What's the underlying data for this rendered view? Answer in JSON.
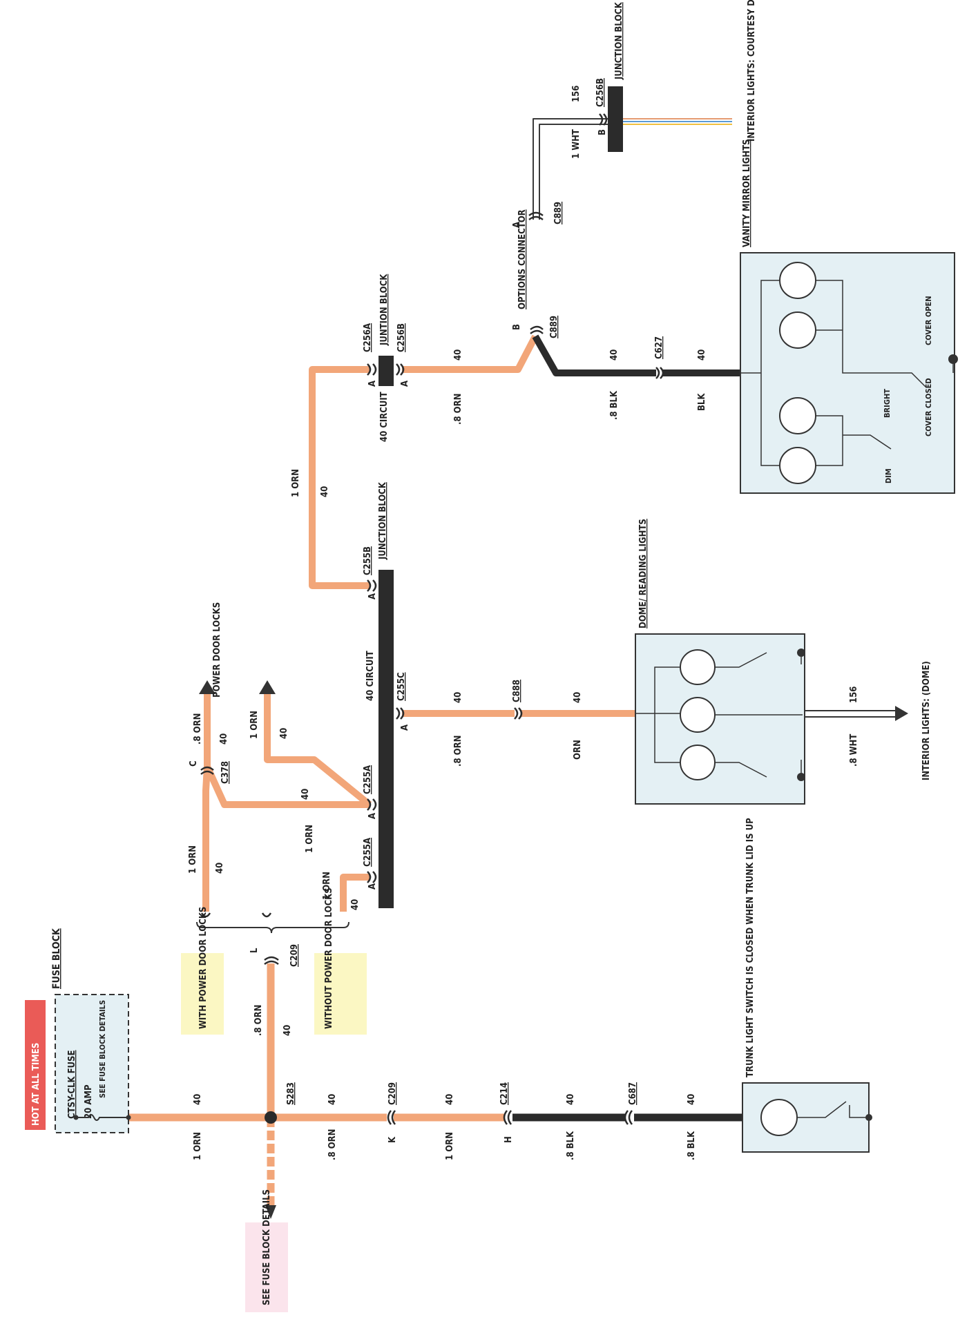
{
  "colors": {
    "orange": "#f2a679",
    "black": "#2b2b2b",
    "component_fill": "#e4f0f4",
    "hot_red": "#ea5b57",
    "note_yellow": "#fbf7c3",
    "note_pink": "#fbe4ec"
  },
  "labels": {
    "hot": "HOT AT ALL TIMES",
    "fuse_block": "FUSE BLOCK",
    "fuse_name": "CTSY-CLK FUSE",
    "fuse_amp": "20 AMP",
    "fuse_details": "SEE FUSE BLOCK DETAILS",
    "see_fuse": "SEE FUSE BLOCK DETAILS",
    "with_pdl": "WITH POWER DOOR LOCKS",
    "without_pdl": "WITHOUT POWER DOOR LOCKS",
    "power_door_locks": "POWER DOOR LOCKS",
    "junction_block": "JUNCTION BLOCK",
    "juntion_block": "JUNTION BLOCK",
    "circuit_40": "40 CIRCUIT",
    "options_connector": "OPTIONS CONNECTOR",
    "dome": "DOME/ READING LIGHTS",
    "vanity": "VANITY MIRROR LIGHTS",
    "trunk": "TRUNK LIGHT SWITCH IS CLOSED WHEN TRUNK LID IS UP",
    "interior_dome": "INTERIOR LIGHTS: (DOME)",
    "interior_courtesy": "INTERIOR LIGHTS: COURTESY DOME",
    "dim": "DIM",
    "bright": "BRIGHT",
    "cover_closed": "COVER CLOSED",
    "cover_open": "COVER OPEN"
  },
  "connectors": {
    "s283": "S283",
    "c209_k": "C209",
    "c209_l": "C209",
    "c214": "C214",
    "c687": "C687",
    "c255a_1": "C255A",
    "c255a_2": "C255A",
    "c255b": "C255B",
    "c255c": "C255C",
    "c256a": "C256A",
    "c256b": "C256B",
    "c256b_top": "C256B",
    "c378": "C378",
    "c888": "C888",
    "c889_b": "C889",
    "c889_a": "C889",
    "c627": "C627",
    "pin_k": "K",
    "pin_h": "H",
    "pin_l": "L",
    "pin_c": "C",
    "pin_a": "A",
    "pin_b": "B"
  },
  "wires": {
    "orn_1": "1 ORN",
    "orn_08": ".8 ORN",
    "orn": "ORN",
    "blk_08": ".8 BLK",
    "blk": "BLK",
    "wht_08": ".8 WHT",
    "wht_1": "1 WHT",
    "c40": "40",
    "c156": "156"
  }
}
